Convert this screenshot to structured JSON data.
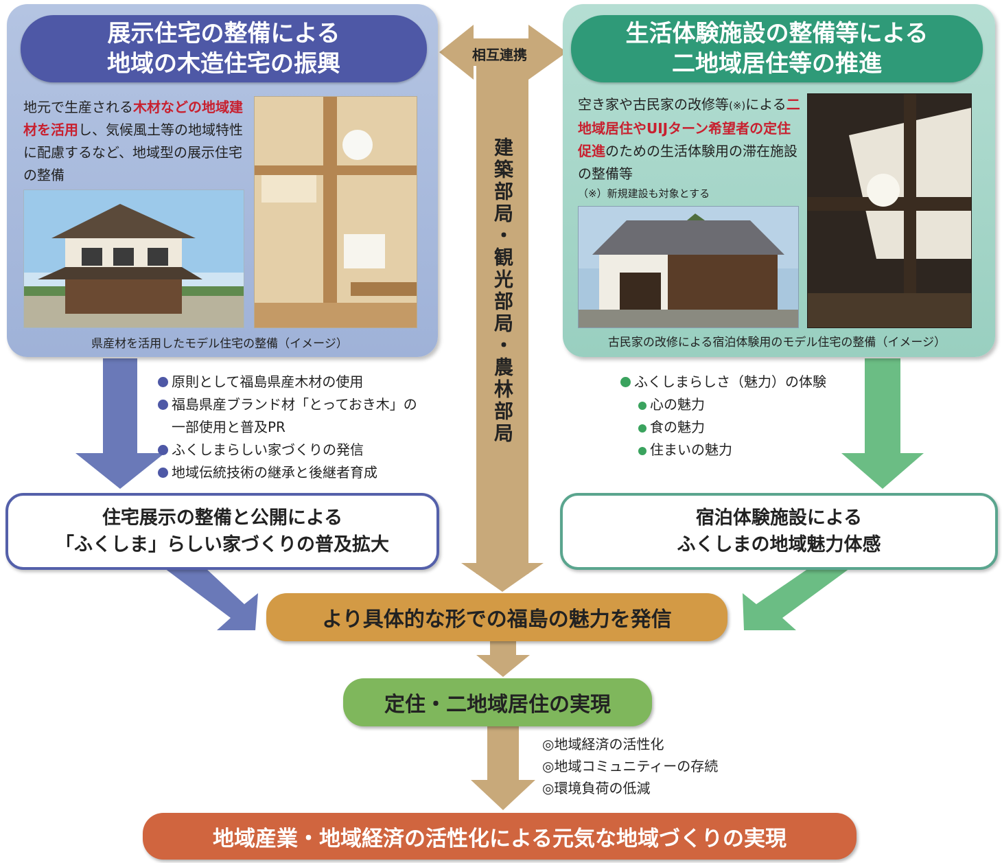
{
  "left_panel": {
    "title_line1": "展示住宅の整備による",
    "title_line2": "地域の木造住宅の振興",
    "desc_part1": "地元で生産される",
    "desc_red": "木材などの地域建材を活用",
    "desc_part2": "し、気候風土等の地域特性に配慮するなど、地域型の展示住宅の整備",
    "caption": "県産材を活用したモデル住宅の整備（イメージ）",
    "bullets": [
      "原則として福島県産木材の使用",
      "福島県産ブランド材「とっておき木」の",
      "一部使用と普及PR",
      "ふくしまらしい家づくりの発信",
      "地域伝統技術の継承と後継者育成"
    ],
    "result_line1": "住宅展示の整備と公開による",
    "result_line2": "「ふくしま」らしい家づくりの普及拡大"
  },
  "right_panel": {
    "title_line1": "生活体験施設の整備等による",
    "title_line2": "二地域居住等の推進",
    "desc_part1": "空き家や古民家の改修等",
    "desc_note_mark": "(※)",
    "desc_part2": "による",
    "desc_red": "二地域居住やUIJターン希望者の定住促進",
    "desc_part3": "のための生活体験用の滞在施設の整備等",
    "note": "（※）新規建設も対象とする",
    "caption": "古民家の改修による宿泊体験用のモデル住宅の整備（イメージ）",
    "bullets": [
      "ふくしまらしさ（魅力）の体験",
      "心の魅力",
      "食の魅力",
      "住まいの魅力"
    ],
    "result_line1": "宿泊体験施設による",
    "result_line2": "ふくしまの地域魅力体感"
  },
  "center": {
    "mutual": "相互連携",
    "departments": "建築部局・観光部局・農林部局",
    "message": "より具体的な形での福島の魅力を発信",
    "settle": "定住・二地域居住の実現",
    "effects": [
      "◎地域経済の活性化",
      "◎地域コミュニティーの存続",
      "◎環境負荷の低減"
    ],
    "final": "地域産業・地域経済の活性化による元気な地域づくりの実現"
  },
  "colors": {
    "blue": "#4e58a6",
    "green": "#2f9a78",
    "tan": "#c8a97a",
    "orange": "#d39a45",
    "leaf": "#7fb75c",
    "brick": "#d0653f"
  }
}
